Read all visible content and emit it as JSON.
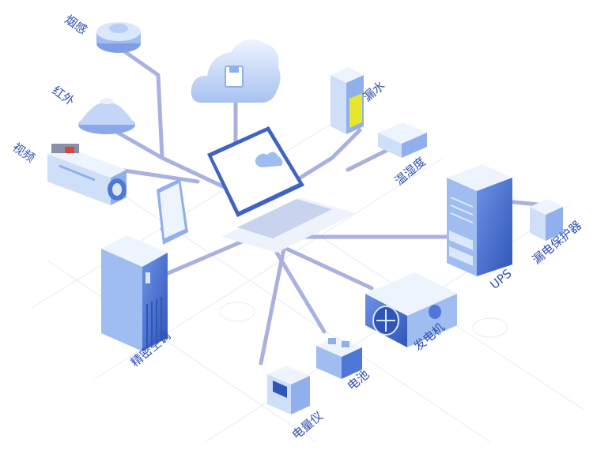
{
  "labels": {
    "smoke": "烟感",
    "infrared": "红外",
    "video": "视频",
    "water_leak": "漏水",
    "temp_humidity": "温湿度",
    "precision_ac": "精密空调",
    "ups": "UPS",
    "leakage_protector": "漏电保护器",
    "generator": "发电机",
    "battery": "电池",
    "power_meter": "电量仪"
  },
  "colors": {
    "line": "#a9b1e0",
    "device_light": "#dbe8fb",
    "device_mid": "#9fbdf0",
    "device_dark": "#4f77d6",
    "label": "#2d4fb0",
    "accent_yellow": "#e6e62e",
    "accent_red": "#d9453b"
  }
}
